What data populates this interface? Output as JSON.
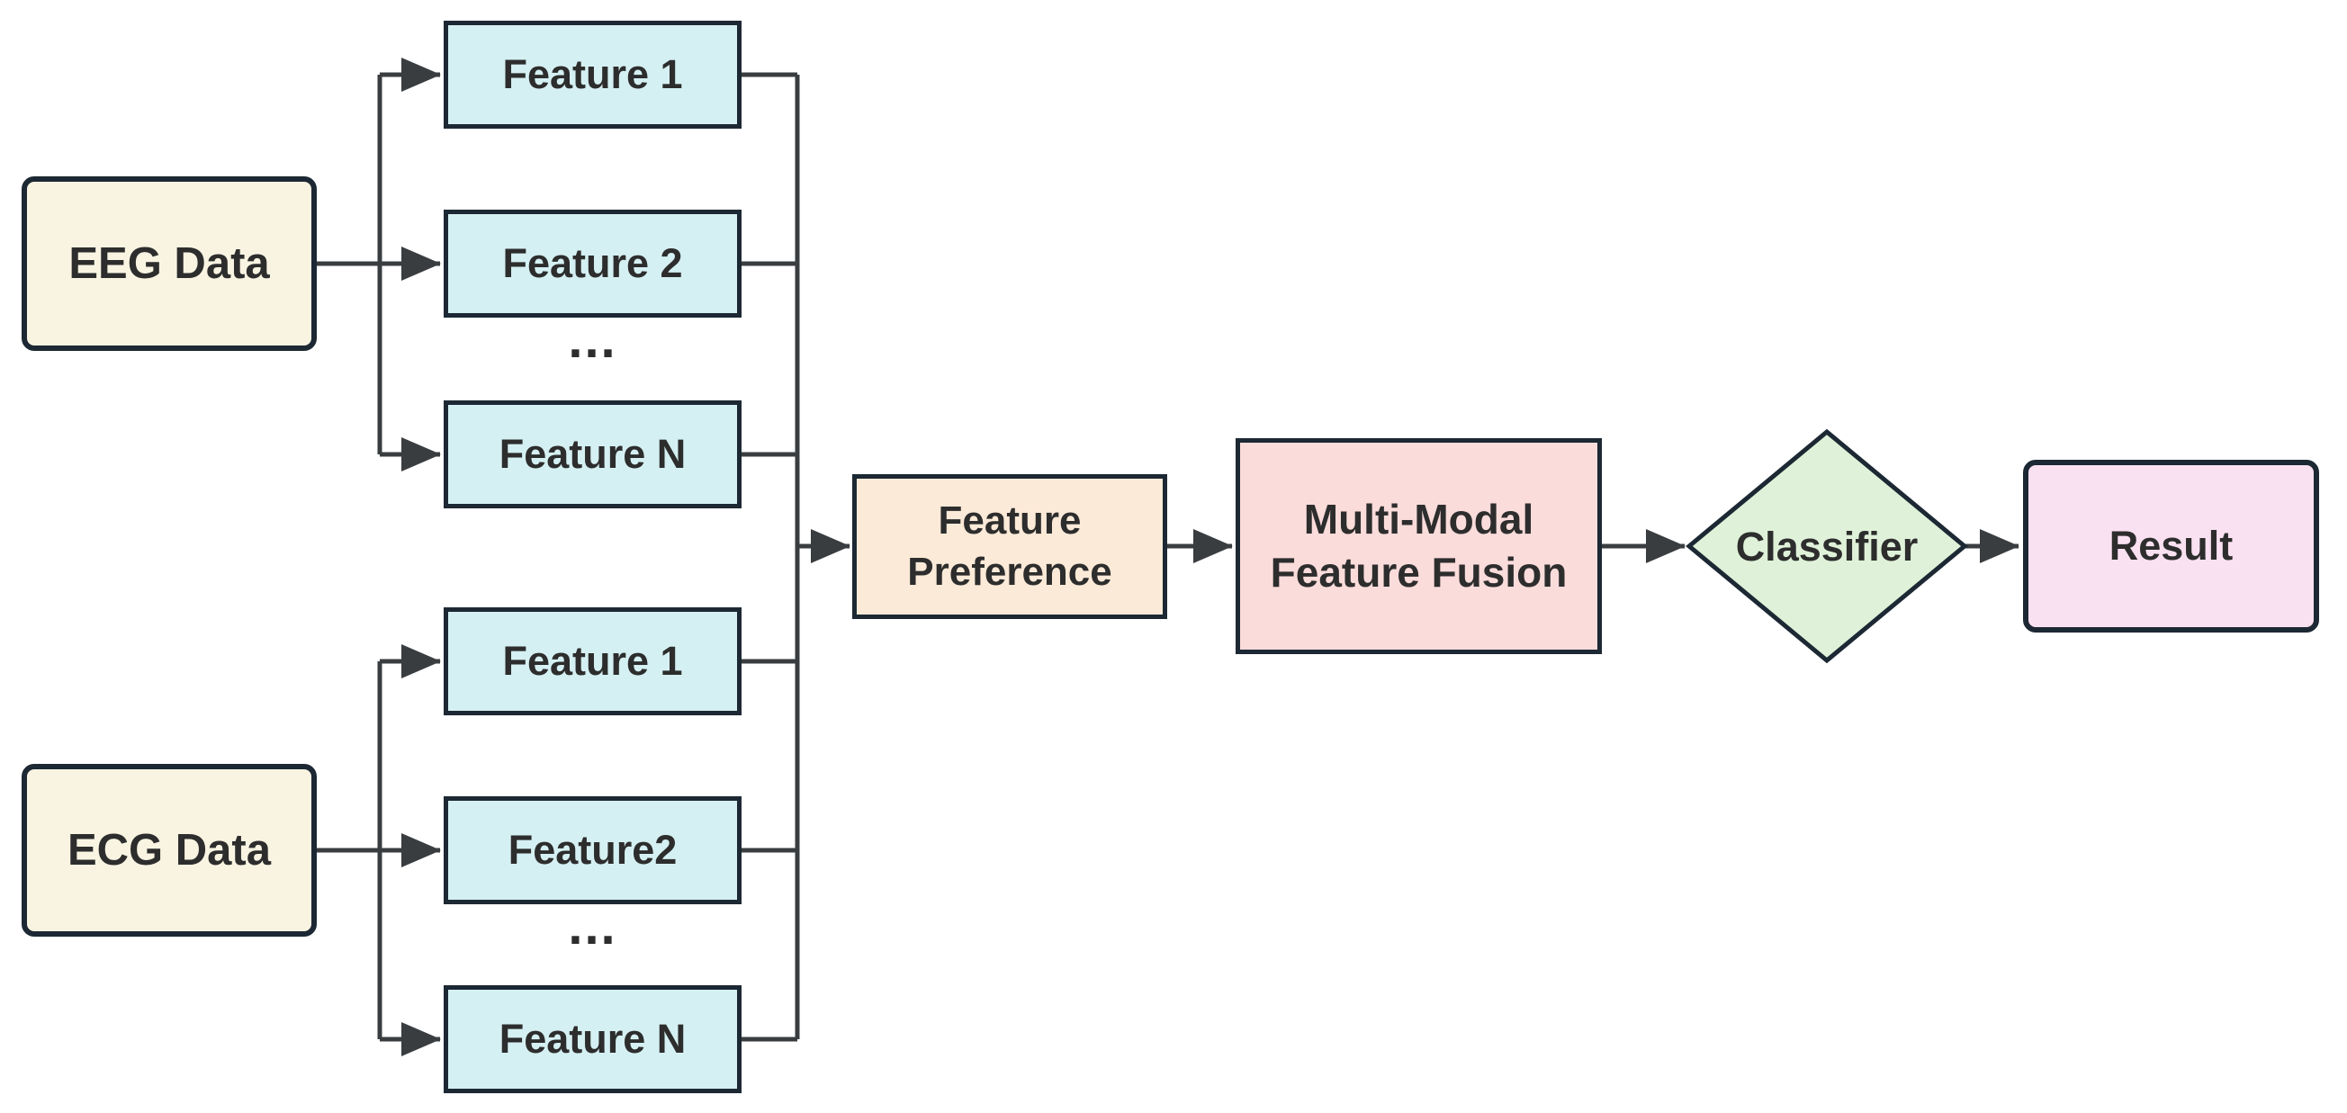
{
  "diagram": {
    "colors": {
      "box_border": "#1C2833",
      "connector": "#3A3D40",
      "text": "#2D2D2D"
    },
    "nodes": {
      "eeg_data": {
        "label": "EEG Data",
        "fill": "#F9F4E2"
      },
      "eeg_feature_1": {
        "label": "Feature 1",
        "fill": "#D5F0F2"
      },
      "eeg_feature_2": {
        "label": "Feature 2",
        "fill": "#D5F0F2"
      },
      "eeg_ellipsis": {
        "label": "..."
      },
      "eeg_feature_n": {
        "label": "Feature N",
        "fill": "#D5F0F2"
      },
      "ecg_data": {
        "label": "ECG Data",
        "fill": "#F9F4E2"
      },
      "ecg_feature_1": {
        "label": "Feature 1",
        "fill": "#D5F0F2"
      },
      "ecg_feature_2": {
        "label": "Feature2",
        "fill": "#D5F0F2"
      },
      "ecg_ellipsis": {
        "label": "..."
      },
      "ecg_feature_n": {
        "label": "Feature N",
        "fill": "#D5F0F2"
      },
      "feature_preference": {
        "label": "Feature\nPreference",
        "fill": "#FCEAD8"
      },
      "feature_fusion": {
        "label": "Multi-Modal\nFeature Fusion",
        "fill": "#FADCDB"
      },
      "classifier": {
        "label": "Classifier",
        "fill": "#DFF2D9"
      },
      "result": {
        "label": "Result",
        "fill": "#FAE1F1"
      }
    }
  }
}
